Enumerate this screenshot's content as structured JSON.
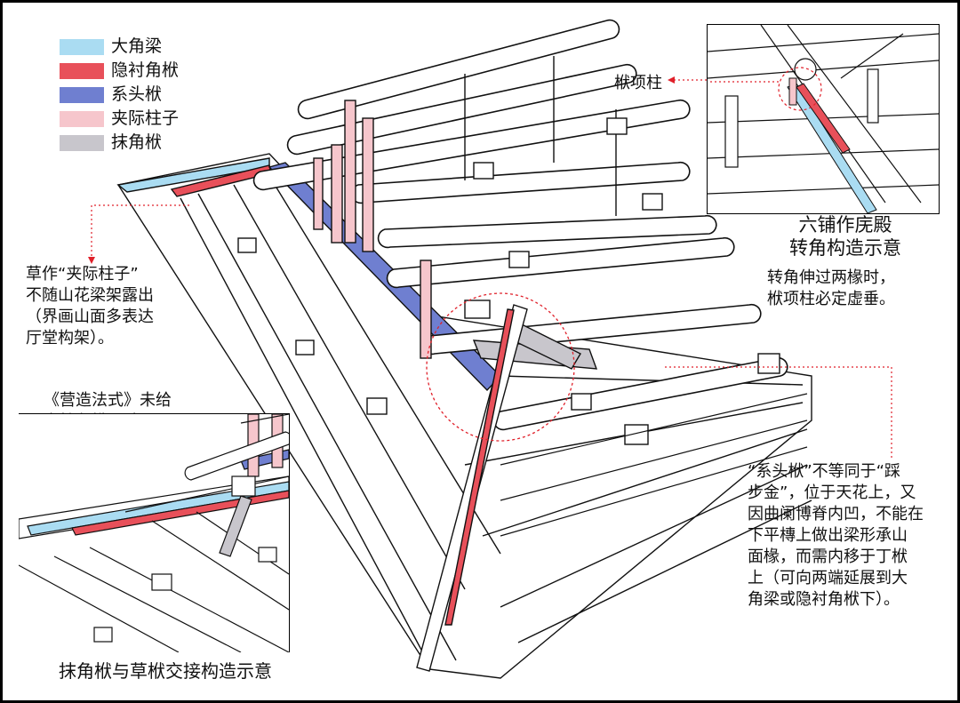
{
  "legend": {
    "items": [
      {
        "label": "大角梁",
        "color": "#aadcf2"
      },
      {
        "label": "隐衬角栿",
        "color": "#e8505a"
      },
      {
        "label": "系头栿",
        "color": "#6f7fd0"
      },
      {
        "label": "夹际柱子",
        "color": "#f6c6cc"
      },
      {
        "label": "抹角栿",
        "color": "#c8c6cc"
      }
    ]
  },
  "inset_top_right": {
    "callout": "栿项柱",
    "title_line1": "六铺作庑殿",
    "title_line2": "转角构造示意",
    "note": "转角伸过两椽时，\n栿项柱必定虚垂。"
  },
  "notes": {
    "left_upper": "草作“夹际柱子”\n不随山花梁架露出\n（界画山面多表达\n厅堂构架）。",
    "left_lower": "《营造法式》未给\n定抹角栿尺寸，天\n花之上“随宜枝樘\n固济”，高度分位\n可调。",
    "right_lower": "“系头栿”不等同于“踩\n步金”，位于天花上，又\n因曲阑博脊内凹，不能在\n下平槫上做出梁形承山\n面椽，而需内移于丁栿\n上（可向两端延展到大\n角梁或隐衬角栿下）。"
  },
  "inset_bottom_left": {
    "caption": "抹角栿与草栿交接构造示意"
  },
  "colors": {
    "dajiaoliang": "#aadcf2",
    "yinchenjiaofu": "#e8505a",
    "xitoufu": "#6f7fd0",
    "jiajizhuzi": "#f6c6cc",
    "mojiaofu": "#c8c6cc",
    "callout_red": "#e0202a"
  }
}
